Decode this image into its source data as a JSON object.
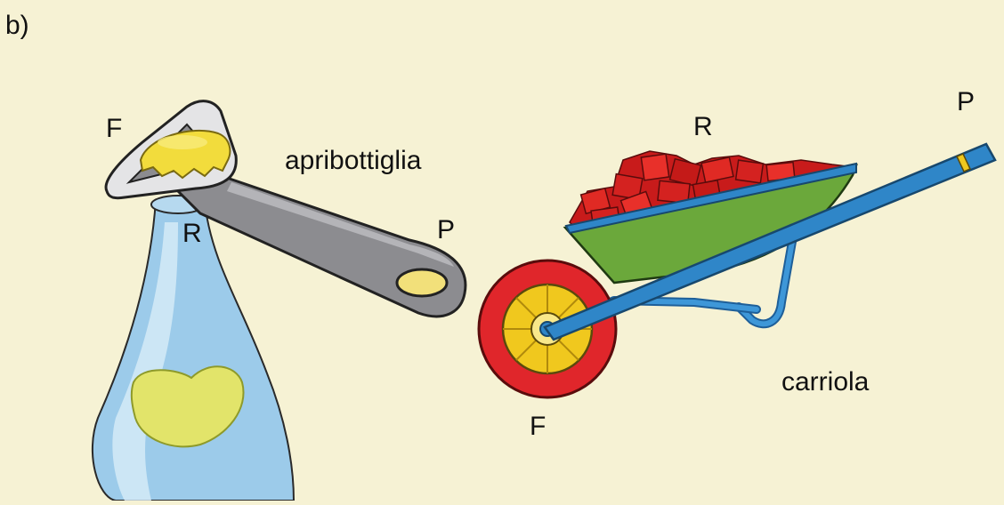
{
  "panel_label": "b)",
  "bottle_opener": {
    "name": "apribottiglia",
    "force_label": "F",
    "resistance_label": "R",
    "power_label": "P"
  },
  "wheelbarrow": {
    "name": "carriola",
    "force_label": "F",
    "resistance_label": "R",
    "power_label": "P"
  },
  "colors": {
    "background": "#f6f2d4",
    "bottle_glass": "#8fc3e6",
    "bottle_liquid": "#dfe36a",
    "bottle_cap": "#f2dc3c",
    "opener_metal": "#8a8a8e",
    "wheel_tire": "#e0262b",
    "wheel_rim": "#f0c81e",
    "barrow_tray": "#6aa63a",
    "barrow_frame": "#2f86c8",
    "bricks": "#d8201e"
  }
}
